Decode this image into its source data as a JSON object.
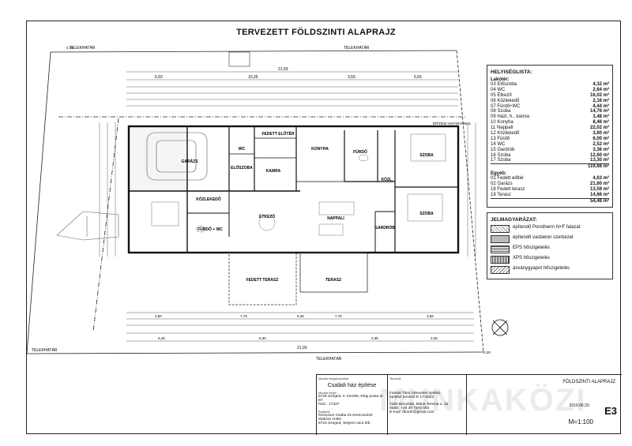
{
  "title": "TERVEZETT FÖLDSZINTI ALAPRAJZ",
  "labels": {
    "telekhatar": "TELEKHATÁR",
    "epitesi_hatarvonal": "ÉPÍTÉSI HATÁRVONAL",
    "elevation_top": "0.40",
    "elevation_bottom": "0.30"
  },
  "rooms": {
    "garazs": "GARÁZS",
    "eloszoba": "ELŐSZOBA",
    "fedett_eloter": "FEDETT ELŐTÉR",
    "wc": "WC",
    "kamra": "KAMRA",
    "konyha": "KONYHA",
    "furdo": "FÜRDŐ",
    "szoba16": "SZOBA",
    "kozl": "KÖZL.",
    "szoba17": "SZOBA",
    "kozlekedo": "KÖZLEKEDŐ",
    "furdo_wc": "FÜRDŐ + WC",
    "etkezo": "ÉTKEZŐ",
    "nappali": "NAPPALI",
    "gardrob": "GARDRÓB",
    "fedett_terasz": "FEDETT TERASZ",
    "terasz": "TERASZ"
  },
  "room_table": {
    "heading": "HELYISÉGLISTA:",
    "group1": "Lakótér:",
    "rows1": [
      {
        "name": "03 Előszoba",
        "area": "4,32 m²"
      },
      {
        "name": "04 WC",
        "area": "2,64 m²"
      },
      {
        "name": "05 Étkező",
        "area": "16,02 m²"
      },
      {
        "name": "06 Közlekedő",
        "area": "2,16 m²"
      },
      {
        "name": "07 Fürdő+WC",
        "area": "4,44 m²"
      },
      {
        "name": "08 Szoba",
        "area": "14,76 m²"
      },
      {
        "name": "09 Házt. h., kamra",
        "area": "3,48 m²"
      },
      {
        "name": "10 Konyha",
        "area": "8,46 m²"
      },
      {
        "name": "11 Nappali",
        "area": "22,02 m²"
      },
      {
        "name": "12 Közlekedő",
        "area": "3,60 m²"
      },
      {
        "name": "13 Fürdő",
        "area": "6,00 m²"
      },
      {
        "name": "14 WC",
        "area": "2,52 m²"
      },
      {
        "name": "15 Gardrób",
        "area": "3,36 m²"
      },
      {
        "name": "16 Szoba",
        "area": "12,60 m²"
      },
      {
        "name": "17 Szoba",
        "area": "13,30 m²"
      }
    ],
    "total1": "119,68 m²",
    "group2": "Egyéb:",
    "rows2": [
      {
        "name": "01 Fedett előtér",
        "area": "4,63 m²"
      },
      {
        "name": "02 Garázs",
        "area": "21,60 m²"
      },
      {
        "name": "18 Fedett terasz",
        "area": "13,59 m²"
      },
      {
        "name": "19 Terasz",
        "area": "14,66 m²"
      }
    ],
    "total2": "54,48 m²"
  },
  "legend": {
    "heading": "JELMAGYARÁZAT:",
    "items": [
      {
        "text": "építendő Porotherm N+F falazat"
      },
      {
        "text": "építendő vasbeton szerkezet"
      },
      {
        "text": "EPS hőszigetelés"
      },
      {
        "text": "XPS hőszigetelés"
      },
      {
        "text": "ásványgyapot hőszigetelés"
      }
    ]
  },
  "dims": {
    "total": "21,93",
    "top1": [
      "6,93",
      "10,25",
      "3,55",
      "5,55"
    ],
    "bottom1": [
      "2,50",
      "7,75",
      "0,45",
      "7,75",
      "3,55"
    ],
    "bottom2": [
      "6,45",
      "6,30",
      "2,35",
      "3,35"
    ]
  },
  "title_block": {
    "project_label": "Munka megnevezése:",
    "project": "Családi ház építése",
    "location_label": "Munka helye:",
    "location": "6728 Szeged, II. kerület, Régi posta út 87.",
    "hrsz": "hrsz.: 17327",
    "client_label": "Építtető:",
    "client": "Kerecsuri Csaba és Kerecsuriné Makóra Anikó",
    "client_addr": "6723 Szeged, Selyem utca 6/b.",
    "designer_label": "Tervező:",
    "designer": "Farkas Tibor okleveles építész",
    "designer2": "építész tervező É 17-0302",
    "designer_addr": "7150 Bonyhád, Mária Terezia u. 15.",
    "phone": "mobil: +36 30 7373 492",
    "email": "E-mail: tfborth@gmail.com",
    "sheet_name": "FÖLDSZINTI ALAPRAJZ",
    "date": "2019.06.20.",
    "scale": "M=1:100",
    "sheet_no": "E3",
    "watermark": "MUNKAKÖZI"
  }
}
